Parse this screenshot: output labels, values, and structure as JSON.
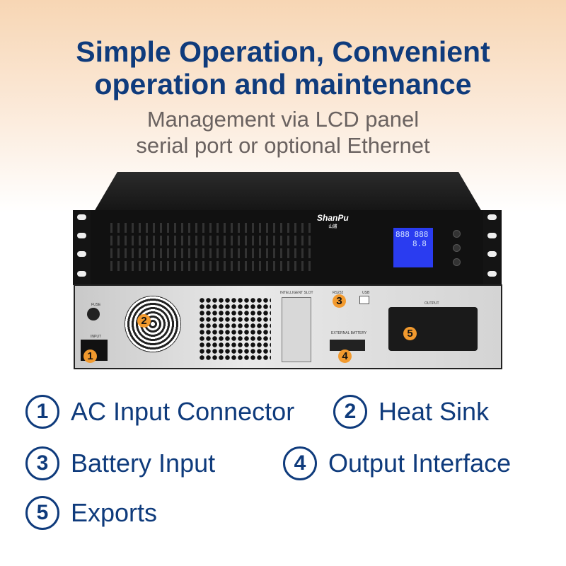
{
  "headline": {
    "line1": "Simple Operation, Convenient",
    "line2": "operation and maintenance"
  },
  "subtitle": {
    "line1": "Management via LCD panel",
    "line2": "serial port or optional Ethernet"
  },
  "device": {
    "brand": "ShanPu",
    "brand_sub": "山浦",
    "lcd": {
      "readout1": "888",
      "readout2": "888",
      "readout3": "8.8",
      "color": "#2a3cf0"
    },
    "rear_labels": {
      "fuse": "FUSE",
      "input": "INPUT",
      "slot": "INTELLIGENT SLOT",
      "rs232": "RS232",
      "usb": "USB",
      "battery": "EXTERNAL BATTERY",
      "output": "OUTPUT"
    },
    "markers": [
      "1",
      "2",
      "3",
      "4",
      "5"
    ],
    "marker_color": "#f29a2e"
  },
  "legend": [
    {
      "num": "1",
      "label": "AC Input Connector"
    },
    {
      "num": "2",
      "label": "Heat Sink"
    },
    {
      "num": "3",
      "label": "Battery Input"
    },
    {
      "num": "4",
      "label": "Output Interface"
    },
    {
      "num": "5",
      "label": "Exports"
    }
  ],
  "accent": "#0f3b7c"
}
